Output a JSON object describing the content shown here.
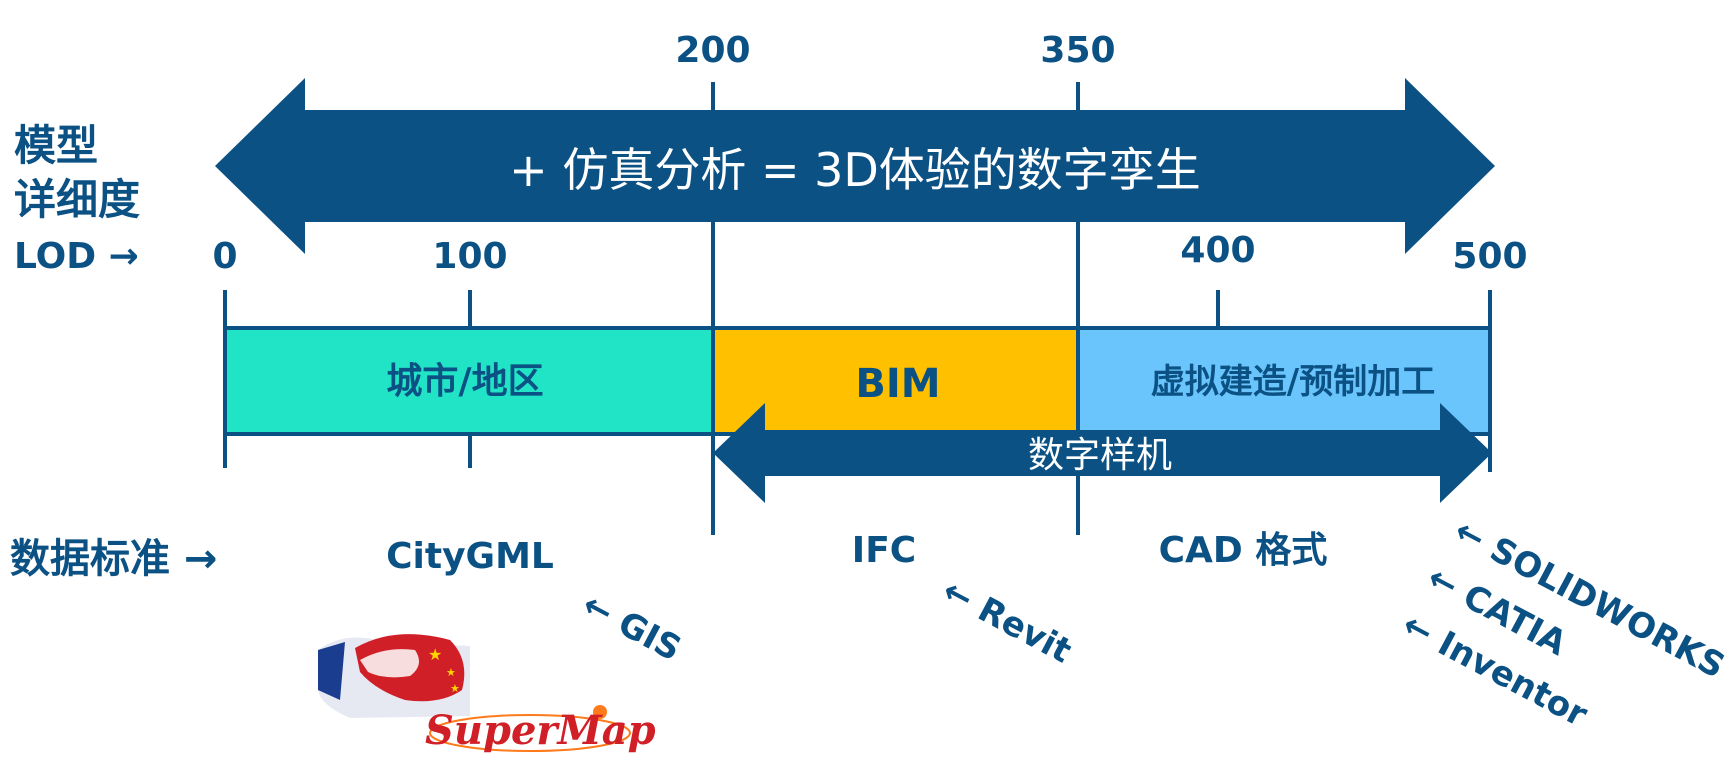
{
  "colors": {
    "primary_blue": "#0b5184",
    "segment_city": "#21e3c6",
    "segment_bim": "#ffc000",
    "segment_cad": "#6ac5fd",
    "logo_red": "#d11f27",
    "logo_orange": "#ff7a1a"
  },
  "axis": {
    "title_line1": "模型",
    "title_line2": "详细度",
    "title_lod": "LOD →",
    "min": 0,
    "max": 500,
    "ticks": [
      {
        "value": 0,
        "label": "0"
      },
      {
        "value": 100,
        "label": "100"
      },
      {
        "value": 200,
        "label": "200"
      },
      {
        "value": 350,
        "label": "350"
      },
      {
        "value": 400,
        "label": "400"
      },
      {
        "value": 500,
        "label": "500"
      }
    ]
  },
  "top_arrow": {
    "label": "+ 仿真分析 =  3D体验的数字孪生",
    "from": 0,
    "to": 500
  },
  "segments": [
    {
      "label": "城市/地区",
      "from": 0,
      "to": 200,
      "color": "#21e3c6"
    },
    {
      "label": "BIM",
      "from": 200,
      "to": 350,
      "color": "#ffc000"
    },
    {
      "label": "虚拟建造/预制加工",
      "from": 350,
      "to": 500,
      "color": "#6ac5fd"
    }
  ],
  "bottom_arrow": {
    "label": "数字样机",
    "from": 200,
    "to": 500
  },
  "data_standards": {
    "title": "数据标准 →",
    "items": [
      {
        "label": "CityGML"
      },
      {
        "label": "IFC"
      },
      {
        "label": "CAD 格式"
      }
    ]
  },
  "tools": [
    {
      "label": "← GIS"
    },
    {
      "label": "← Revit"
    },
    {
      "label": "← SOLIDWORKS"
    },
    {
      "label": "← CATIA"
    },
    {
      "label": "← Inventor"
    }
  ],
  "logo": {
    "text": "SuperMap"
  }
}
